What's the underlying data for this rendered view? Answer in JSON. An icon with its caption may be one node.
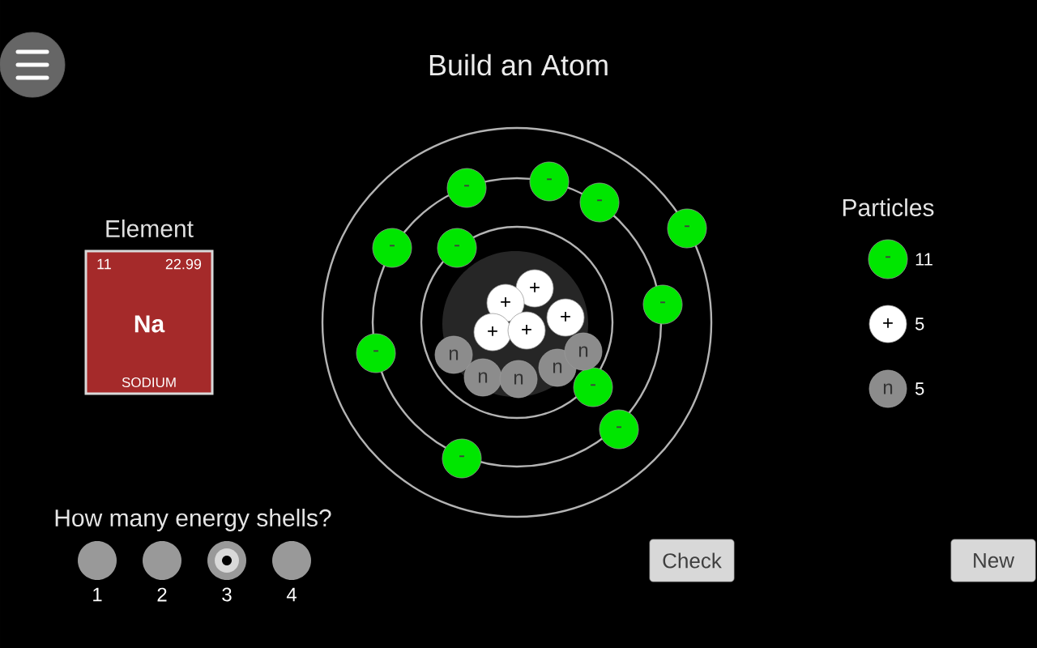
{
  "diagram": {
    "title": "Build an Atom",
    "nodes": [
      {
        "text": [
          "Element",
          "11",
          "22.99",
          "Na",
          "SODIUM"
        ]
      },
      {
        "text": [
          "-"
        ]
      },
      {
        "text": [
          "-"
        ]
      },
      {
        "text": [
          "-"
        ]
      },
      {
        "text": [
          "-"
        ]
      },
      {
        "text": [
          "-"
        ]
      },
      {
        "text": [
          "-"
        ]
      },
      {
        "text": [
          "-"
        ]
      },
      {
        "text": [
          "-"
        ]
      },
      {
        "text": [
          "-"
        ]
      },
      {
        "text": [
          "-"
        ]
      },
      {
        "text": [
          "-"
        ]
      },
      {
        "text": [
          "+"
        ]
      },
      {
        "text": [
          "+"
        ]
      },
      {
        "text": [
          "+"
        ]
      },
      {
        "text": [
          "+"
        ]
      },
      {
        "text": [
          "+"
        ]
      },
      {
        "text": [
          "n"
        ]
      },
      {
        "text": [
          "n"
        ]
      },
      {
        "text": [
          "n"
        ]
      },
      {
        "text": [
          "n"
        ]
      },
      {
        "text": [
          "n"
        ]
      },
      {
        "text": [
          "-"
        ],
        "beside": [
          "11"
        ]
      },
      {
        "text": [
          "+"
        ],
        "beside": [
          "5"
        ]
      },
      {
        "text": [
          "n"
        ],
        "beside": [
          "5"
        ]
      },
      {
        "text": [
          "Check"
        ]
      },
      {
        "text": [
          "New"
        ]
      }
    ],
    "labels": [
      "Particles",
      "How many energy shells?",
      "1",
      "2",
      "3",
      "4"
    ]
  }
}
